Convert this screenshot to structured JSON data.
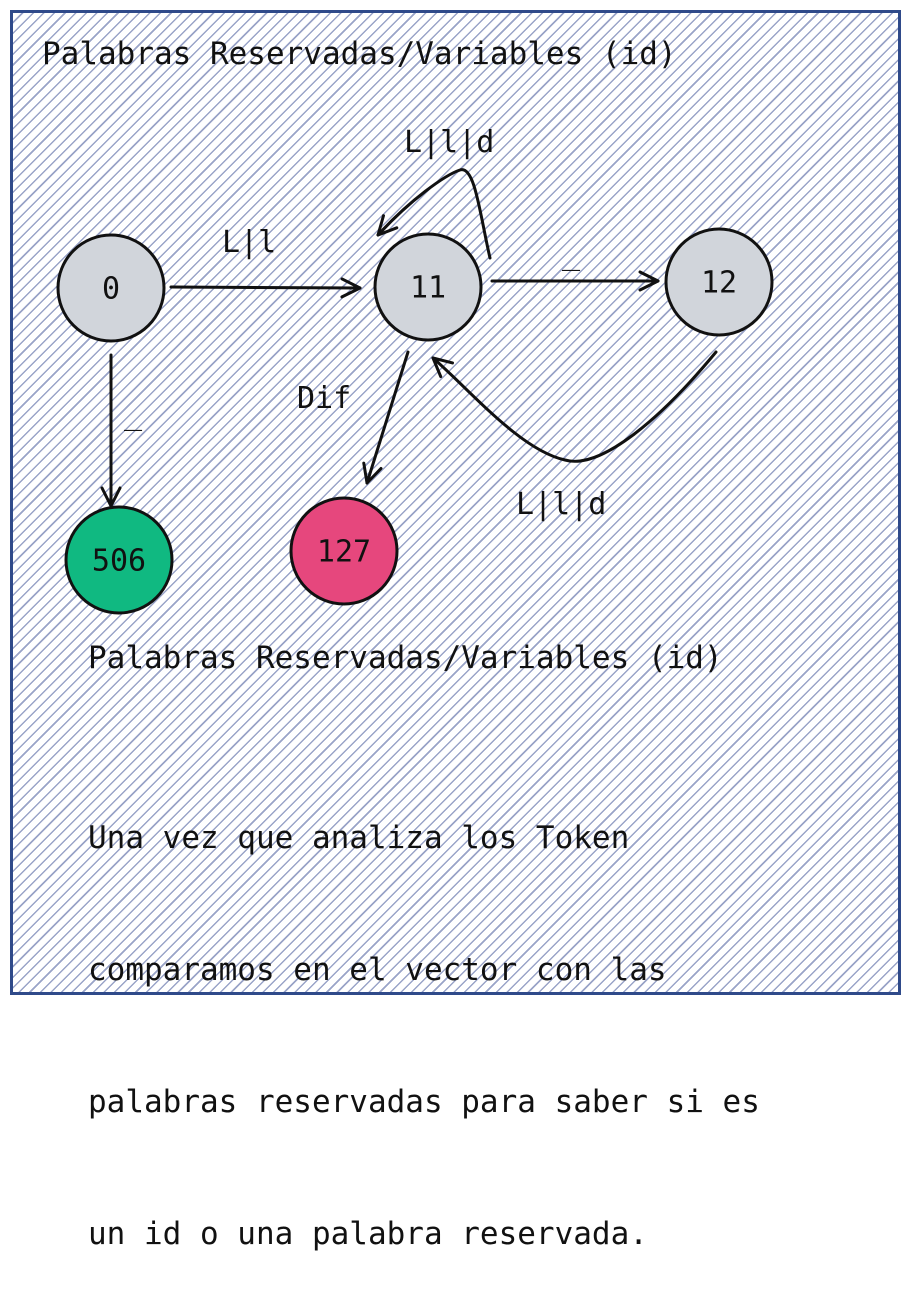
{
  "title": "Palabras Reservadas/Variables (id)",
  "subtitle": "Palabras Reservadas/Variables (id)",
  "description_lines": [
    "Una vez que analiza los Token",
    "comparamos en el vector con las",
    "palabras reservadas para saber si es",
    "un id o una palabra reservada."
  ],
  "states": [
    {
      "id": "0",
      "color": "#d1d5db"
    },
    {
      "id": "11",
      "color": "#d1d5db"
    },
    {
      "id": "12",
      "color": "#d1d5db"
    },
    {
      "id": "506",
      "color": "#10b981"
    },
    {
      "id": "127",
      "color": "#e6477d"
    }
  ],
  "transitions": [
    {
      "from": "0",
      "to": "11",
      "label": "L|l"
    },
    {
      "from": "11",
      "to": "11",
      "label": "L|l|d"
    },
    {
      "from": "11",
      "to": "12",
      "label": "_"
    },
    {
      "from": "12",
      "to": "11",
      "label": "L|l|d"
    },
    {
      "from": "0",
      "to": "506",
      "label": "_"
    },
    {
      "from": "11",
      "to": "127",
      "label": "Dif"
    }
  ],
  "colors": {
    "border": "#2f4a8a",
    "hatch": "#9aa4c8",
    "neutral_state": "#d1d5db",
    "accept_green": "#10b981",
    "error_pink": "#e6477d"
  }
}
